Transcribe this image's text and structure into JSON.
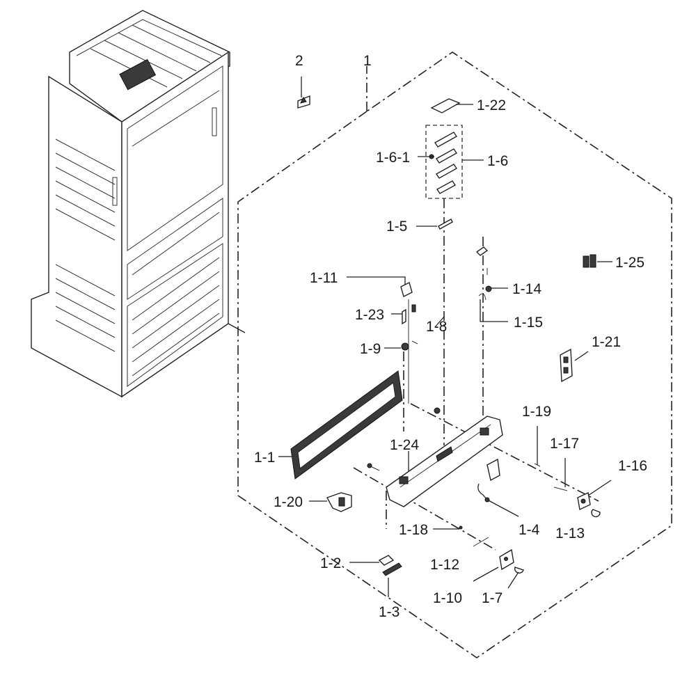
{
  "labels": {
    "l_2": "2",
    "l_1": "1",
    "l_1_22": "1-22",
    "l_1_6_1": "1-6-1",
    "l_1_6": "1-6",
    "l_1_5": "1-5",
    "l_1_25": "1-25",
    "l_1_11": "1-11",
    "l_1_14": "1-14",
    "l_1_23": "1-23",
    "l_1_8": "1-8",
    "l_1_15": "1-15",
    "l_1_9": "1-9",
    "l_1_21": "1-21",
    "l_1_19": "1-19",
    "l_1_24": "1-24",
    "l_1_17": "1-17",
    "l_1_1": "1-1",
    "l_1_16": "1-16",
    "l_1_20": "1-20",
    "l_1_18": "1-18",
    "l_1_4": "1-4",
    "l_1_13": "1-13",
    "l_1_2": "1-2",
    "l_1_12": "1-12",
    "l_1_10": "1-10",
    "l_1_7": "1-7",
    "l_1_3": "1-3"
  }
}
